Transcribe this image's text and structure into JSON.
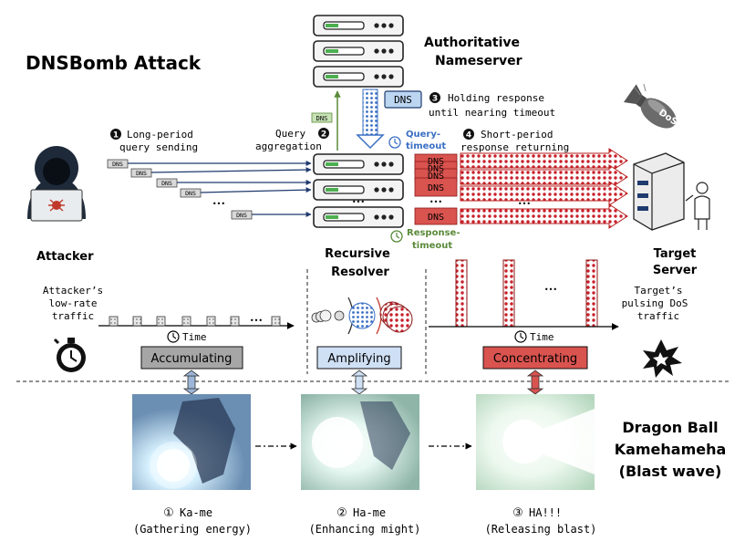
{
  "title": "DNSBomb Attack",
  "nameserver_label": [
    "Authoritative",
    "Nameserver"
  ],
  "steps": {
    "s1": {
      "num": "1",
      "lines": [
        "Long-period",
        "query sending"
      ]
    },
    "s2": {
      "num": "2",
      "lines": [
        "Query",
        "aggregation"
      ]
    },
    "s3": {
      "num": "3",
      "lines": [
        "Holding response",
        "until nearing timeout"
      ]
    },
    "s4": {
      "num": "4",
      "lines": [
        "Short-period",
        "response returning"
      ]
    }
  },
  "dns_tag": "DNS",
  "ellipsis": "•••",
  "query_timeout": [
    "Query-",
    "timeout"
  ],
  "response_timeout": [
    "Response-",
    "timeout"
  ],
  "attacker_label": "Attacker",
  "resolver_label": [
    "Recursive",
    "Resolver"
  ],
  "target_label": [
    "Target",
    "Server"
  ],
  "dos_label": "DoS",
  "attacker_traffic": [
    "Attacker’s",
    "low-rate",
    "traffic"
  ],
  "target_traffic": [
    "Target’s",
    "pulsing DoS",
    "traffic"
  ],
  "time_label": "Time",
  "phases": {
    "accumulating": "Accumulating",
    "amplifying": "Amplifying",
    "concentrating": "Concentrating"
  },
  "dragonball_label": [
    "Dragon Ball",
    "Kamehameha",
    "(Blast wave)"
  ],
  "frames": [
    {
      "num": "①",
      "title": "Ka-me",
      "desc": "(Gathering energy)"
    },
    {
      "num": "②",
      "title": "Ha-me",
      "desc": "(Enhancing might)"
    },
    {
      "num": "③",
      "title": "HA!!!",
      "desc": "(Releasing blast)"
    }
  ],
  "colors": {
    "navy": "#1f3a6e",
    "red": "#c0392b",
    "green": "#5a8a3a",
    "amplify_bg": "#cfe0f5",
    "accum_bg": "#a6a6a6",
    "concentrate_bg": "#d9534f"
  }
}
